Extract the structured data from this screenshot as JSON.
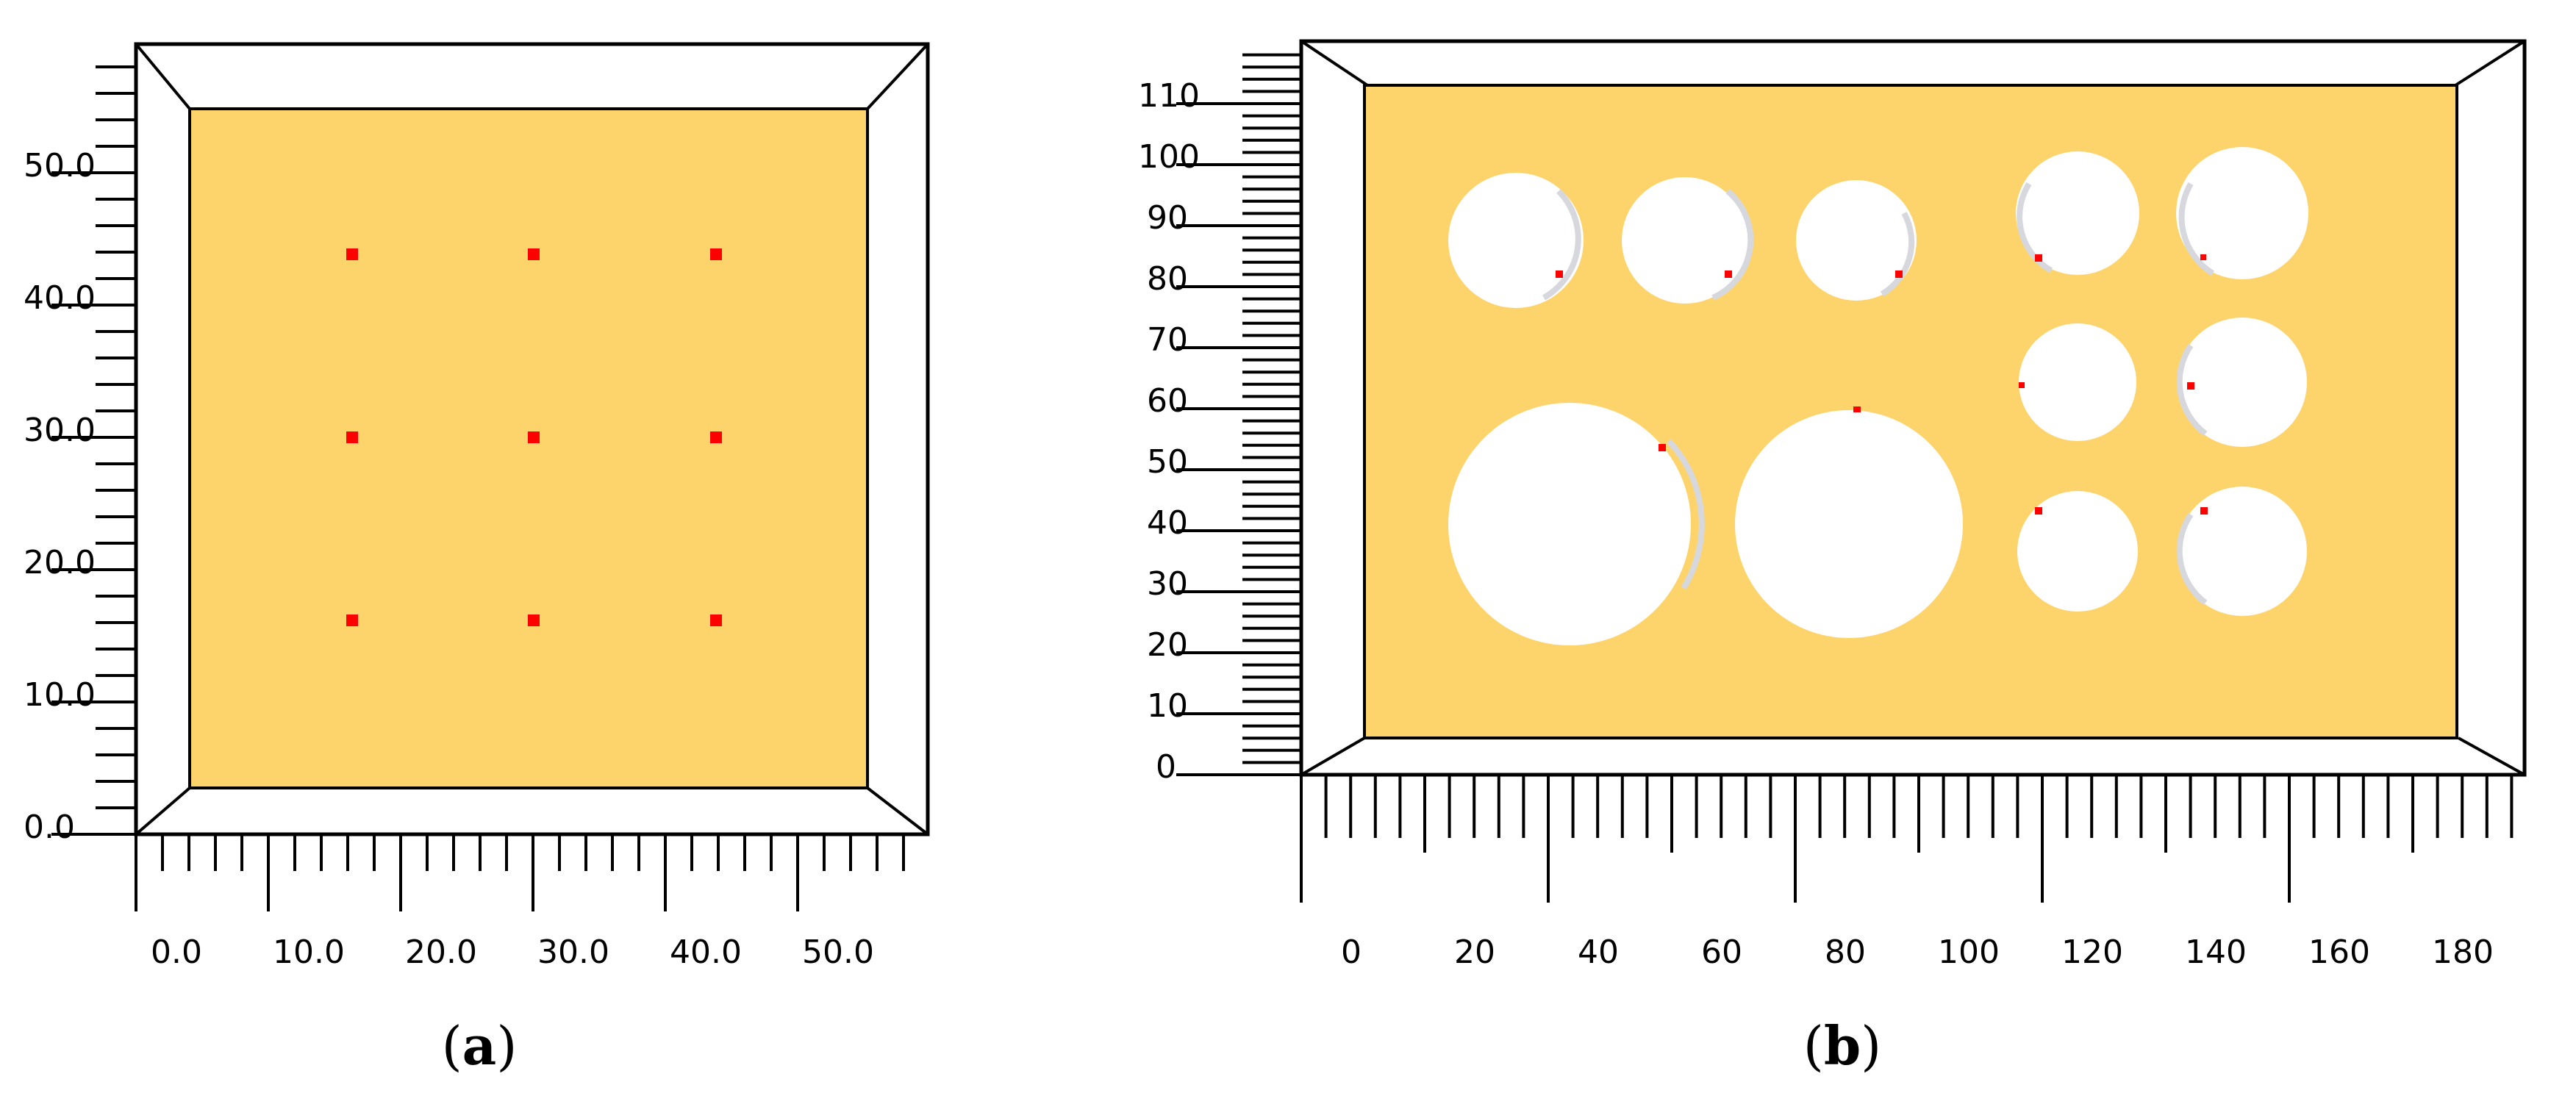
{
  "panels": [
    {
      "id": "a",
      "caption_letter": "a",
      "y_ticks": [
        "0.0",
        "10.0",
        "20.0",
        "30.0",
        "40.0",
        "50.0"
      ],
      "x_ticks": [
        "0.0",
        "10.0",
        "20.0",
        "30.0",
        "40.0",
        "50.0"
      ]
    },
    {
      "id": "b",
      "caption_letter": "b",
      "y_ticks": [
        "0",
        "10",
        "20",
        "30",
        "40",
        "50",
        "60",
        "70",
        "80",
        "90",
        "100",
        "110"
      ],
      "x_ticks": [
        "0",
        "20",
        "40",
        "60",
        "80",
        "100",
        "120",
        "140",
        "160",
        "180"
      ]
    }
  ],
  "colors": {
    "plate_fill": "#fdd46c",
    "marker": "#ff0000",
    "frame_stroke": "#000000",
    "hole_fill": "#ffffff"
  }
}
